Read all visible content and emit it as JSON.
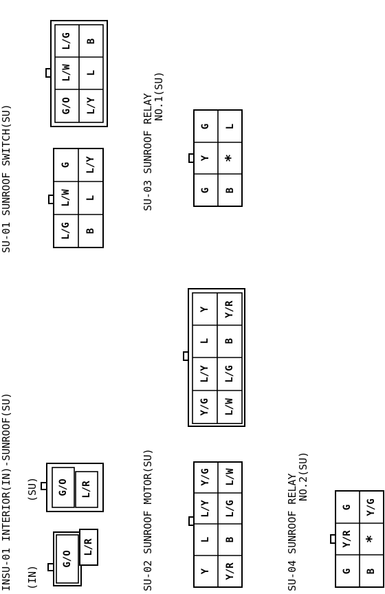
{
  "labels": {
    "insu01": "INSU-01 INTERIOR(IN)-SUNROOF(SU)",
    "su01": "SU-01 SUNROOF SWITCH(SU)",
    "su02": "SU-02 SUNROOF MOTOR(SU)",
    "su03_line1": "SU-03 SUNROOF RELAY",
    "su03_line2": "NO.1(SU)",
    "su04_line1": "SU-04 SUNROOF RELAY",
    "su04_line2": "NO.2(SU)",
    "in_side": "(IN)",
    "su_side": "(SU)"
  },
  "connectors": {
    "insu01_in": [
      "G/O",
      "L/R"
    ],
    "insu01_su": [
      "G/O",
      "L/R"
    ],
    "su01_small": [
      [
        "L/G",
        "L/W",
        "G"
      ],
      [
        "B",
        "L",
        "L/Y"
      ]
    ],
    "su01_large": [
      [
        "G/O",
        "L/W",
        "L/G"
      ],
      [
        "L/Y",
        "L",
        "B"
      ]
    ],
    "su02_small": [
      [
        "Y",
        "L",
        "L/Y",
        "Y/G"
      ],
      [
        "Y/R",
        "B",
        "L/G",
        "L/W"
      ]
    ],
    "su02_large": [
      [
        "Y/G",
        "L/Y",
        "L",
        "Y"
      ],
      [
        "L/W",
        "L/G",
        "B",
        "Y/R"
      ]
    ],
    "su03": [
      [
        "G",
        "Y",
        "G"
      ],
      [
        "B",
        "*",
        "L"
      ]
    ],
    "su04": [
      [
        "G",
        "Y/R",
        "G"
      ],
      [
        "B",
        "*",
        "Y/G"
      ]
    ]
  }
}
